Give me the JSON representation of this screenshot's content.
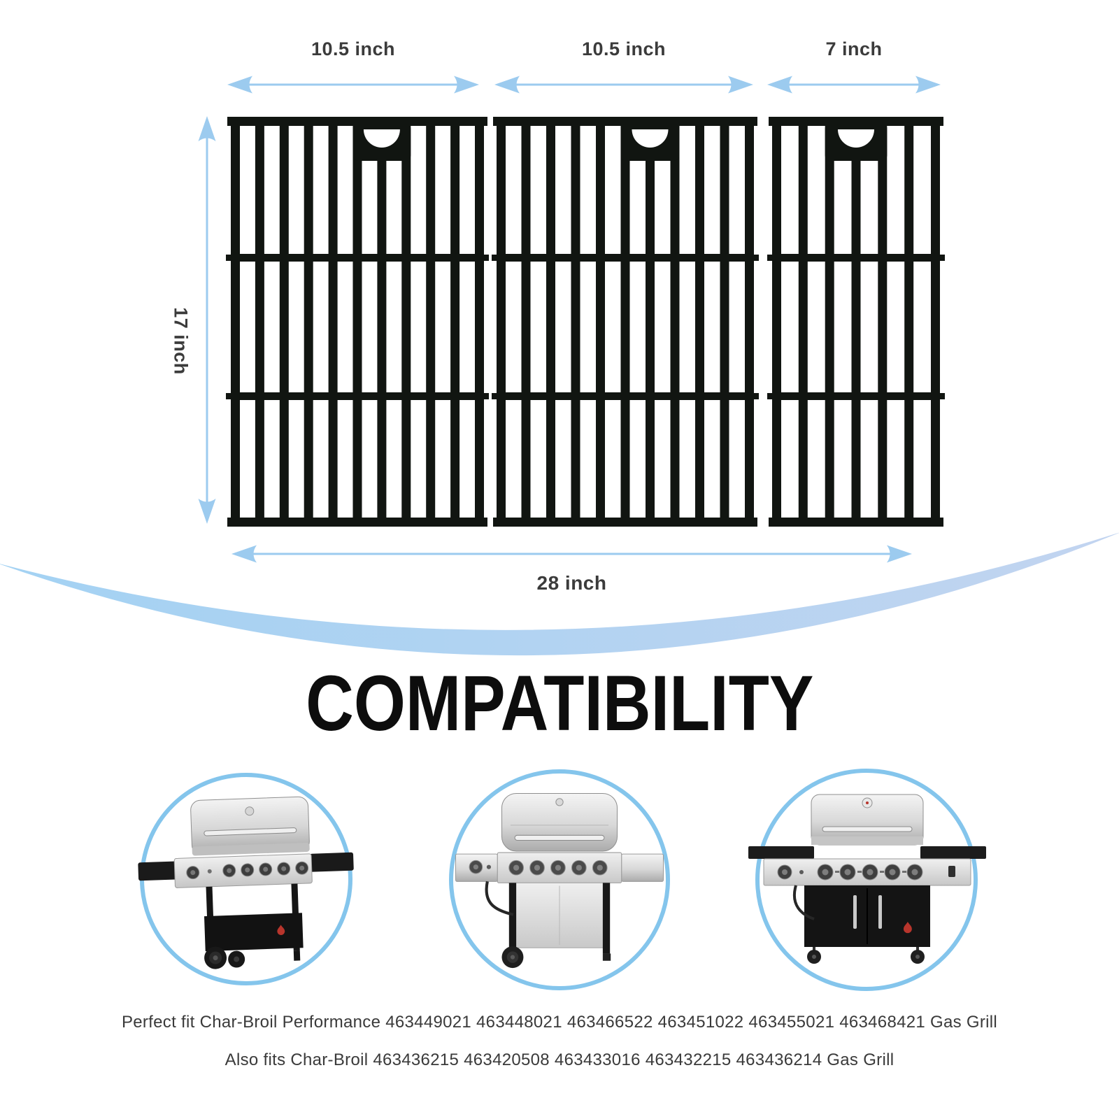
{
  "dims": {
    "grate1": "10.5 inch",
    "grate2": "10.5 inch",
    "grate3": "7 inch",
    "height": "17 inch",
    "total": "28 inch"
  },
  "title": "COMPATIBILITY",
  "footer": {
    "line1": "Perfect fit Char-Broil Performance 463449021 463448021 463466522 463451022 463455021 463468421 Gas Grill",
    "line2": "Also fits Char-Broil 463436215 463420508 463433016 463432215 463436214 Gas Grill"
  },
  "grates": [
    {
      "name": "left-cooking-grate",
      "size_label": "10.5 inch",
      "bars": 11,
      "notch_bar": 6
    },
    {
      "name": "middle-cooking-grate",
      "size_label": "10.5 inch",
      "bars": 11,
      "notch_bar": 6
    },
    {
      "name": "right-cooking-grate",
      "size_label": "7 inch",
      "bars": 7,
      "notch_bar": 3
    }
  ],
  "grills": [
    {
      "name": "gas-grill-black-cart-angled"
    },
    {
      "name": "gas-grill-stainless-cart-front"
    },
    {
      "name": "gas-grill-black-cabinet-front"
    }
  ],
  "colors": {
    "arrow_blue": "#9ccbef",
    "swoosh_left": "#a3d2f3",
    "swoosh_right": "#c2d4f0",
    "ring_blue": "#84c5ec",
    "grate_black": "#111511",
    "label_gray": "#3b3b3b",
    "title_black": "#0d0d0d",
    "footer_gray": "#3a3a3a",
    "flame_red": "#b8352c"
  }
}
